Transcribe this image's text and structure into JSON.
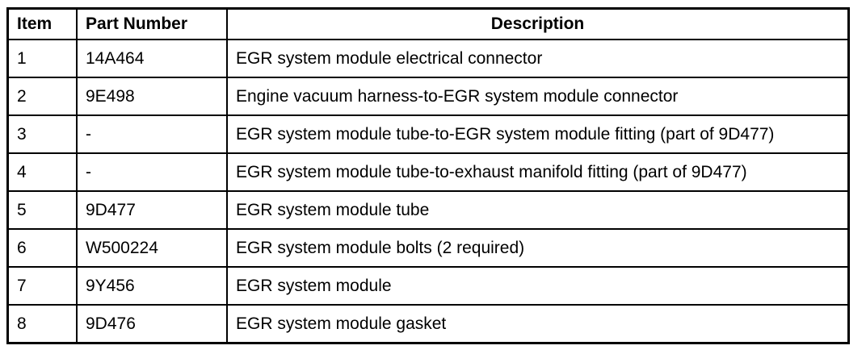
{
  "colors": {
    "background": "#ffffff",
    "border": "#000000",
    "text": "#000000"
  },
  "table": {
    "headers": {
      "item": "Item",
      "part_number": "Part Number",
      "description": "Description"
    },
    "rows": [
      {
        "item": "1",
        "part_number": "14A464",
        "description": "EGR system module electrical connector"
      },
      {
        "item": "2",
        "part_number": "9E498",
        "description": "Engine vacuum harness-to-EGR system module connector"
      },
      {
        "item": "3",
        "part_number": "-",
        "description": "EGR system module tube-to-EGR system module fitting (part of 9D477)"
      },
      {
        "item": "4",
        "part_number": "-",
        "description": "EGR system module tube-to-exhaust manifold fitting (part of 9D477)"
      },
      {
        "item": "5",
        "part_number": "9D477",
        "description": "EGR system module tube"
      },
      {
        "item": "6",
        "part_number": "W500224",
        "description": "EGR system module bolts (2 required)"
      },
      {
        "item": "7",
        "part_number": "9Y456",
        "description": "EGR system module"
      },
      {
        "item": "8",
        "part_number": "9D476",
        "description": "EGR system module gasket"
      }
    ]
  }
}
